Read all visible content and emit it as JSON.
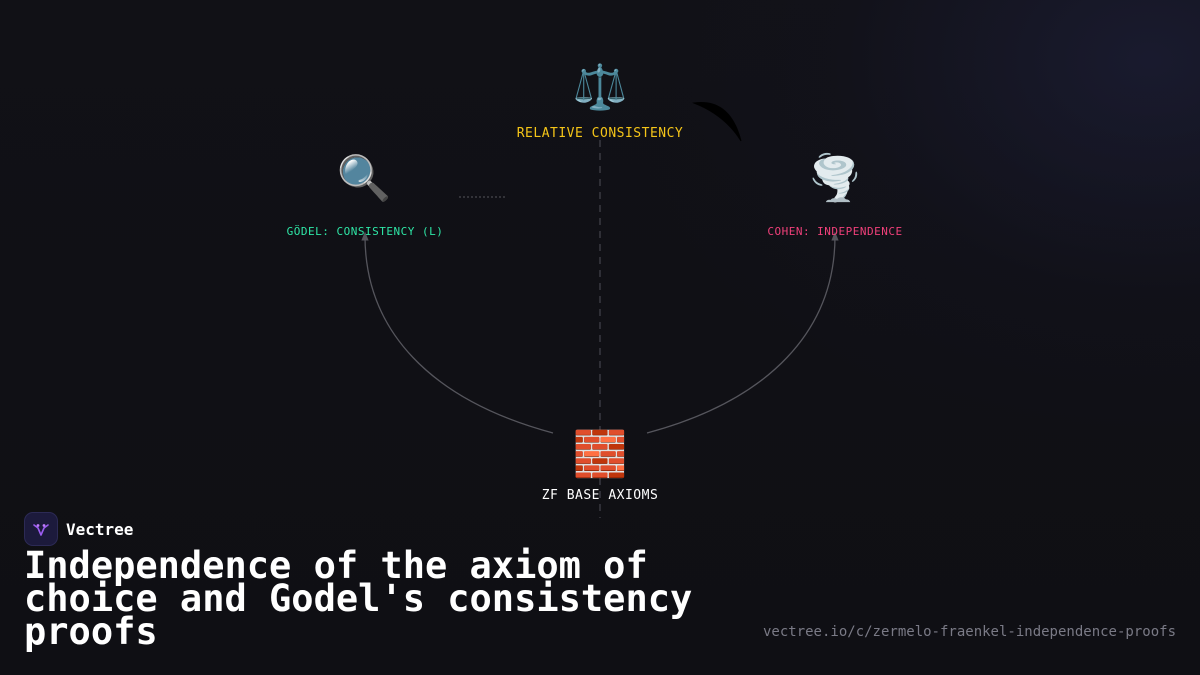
{
  "diagram": {
    "nodes": {
      "top": {
        "icon": "⚖️",
        "icon_name": "balance-scale-icon",
        "label": "RELATIVE CONSISTENCY",
        "color": "#f5c518"
      },
      "left": {
        "icon": "🔍",
        "icon_name": "magnifying-glass-icon",
        "label": "GÖDEL: CONSISTENCY (L)",
        "color": "#2ee6a6"
      },
      "right": {
        "icon": "🌪️",
        "icon_name": "tornado-icon",
        "label": "COHEN: INDEPENDENCE",
        "color": "#f0407a"
      },
      "bottom": {
        "icon": "🧱",
        "icon_name": "brick-wall-icon",
        "label": "ZF BASE AXIOMS",
        "color": "#ffffff"
      }
    },
    "edge_color": "#55555c"
  },
  "brand": {
    "name": "Vectree",
    "logo_icon": "vectree-logo-icon"
  },
  "title": "Independence of the axiom of choice and Godel's consistency proofs",
  "url": "vectree.io/c/zermelo-fraenkel-independence-proofs"
}
